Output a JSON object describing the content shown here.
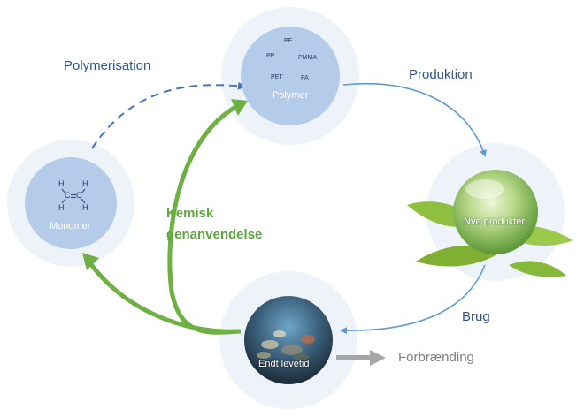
{
  "nodes": {
    "polymer": {
      "label": "Polymer",
      "items": [
        "PE",
        "PP",
        "PMMA",
        "PET",
        "PA"
      ]
    },
    "monomer": {
      "label": "Monomer",
      "formula": {
        "atom_c": "C",
        "atom_h": "H"
      }
    },
    "products": {
      "label": "Nye produkter"
    },
    "end_of_life": {
      "label": "Endt levetid"
    }
  },
  "edges": {
    "polymerisation": "Polymerisation",
    "produktion": "Produktion",
    "brug": "Brug",
    "kemisk_line1": "Kemisk",
    "kemisk_line2": "genanvendelse",
    "forbraending": "Forbrænding"
  },
  "colors": {
    "halo": "#eef3fa",
    "node_fill": "#b4cbe9",
    "blue_arrow": "#5b9bd5",
    "dashed_arrow": "#4472c4",
    "green_arrow": "#6fb043",
    "grey_arrow": "#a6a6a6",
    "label_blue": "#2f5597",
    "label_green": "#5aa83c"
  }
}
